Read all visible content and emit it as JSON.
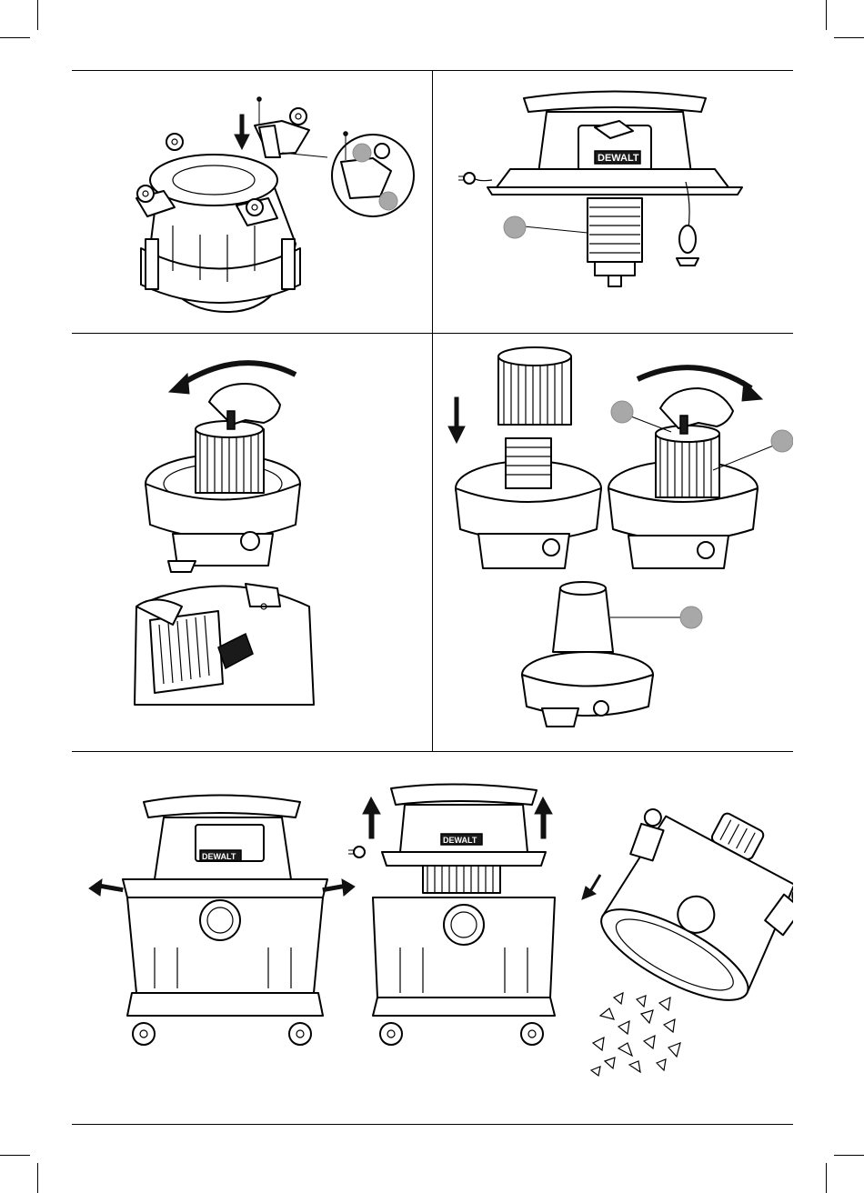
{
  "brand": {
    "logo_text": "DEWALT"
  },
  "colors": {
    "line": "#000000",
    "callout_fill": "#a8a8a8",
    "background": "#ffffff"
  },
  "figures": [
    {
      "id": "fig-caster-mounting",
      "icons": [
        "screw-icon",
        "caster-wheel-icon",
        "arrow-down-icon"
      ],
      "callouts": 2
    },
    {
      "id": "fig-power-head",
      "icons": [
        "power-plug-icon",
        "dewalt-logo-icon"
      ],
      "callouts": 1
    },
    {
      "id": "fig-filter-removal",
      "icons": [
        "rotate-left-arrow-icon",
        "hand-icon",
        "brush-icon"
      ],
      "callouts": 0
    },
    {
      "id": "fig-filter-install",
      "icons": [
        "arrow-down-icon",
        "rotate-right-arrow-icon",
        "hand-icon",
        "bag-filter-icon"
      ],
      "callouts": 3
    },
    {
      "id": "fig-emptying-drum",
      "icons": [
        "latch-open-arrow-icon",
        "lift-up-arrow-icon",
        "tilt-arrow-icon",
        "debris-icon"
      ],
      "callouts": 0
    }
  ]
}
